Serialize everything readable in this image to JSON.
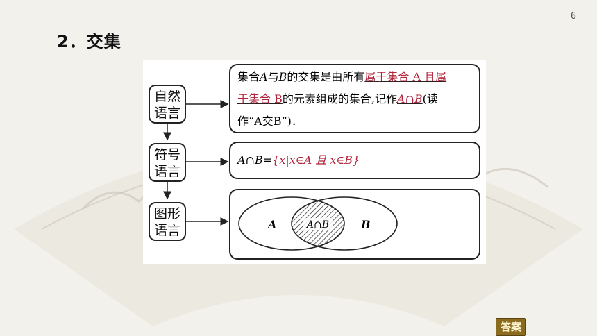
{
  "page_number": "6",
  "heading": "2．交集",
  "labels": {
    "natural_1": "自然",
    "natural_2": "语言",
    "symbol_1": "符号",
    "symbol_2": "语言",
    "graph_1": "图形",
    "graph_2": "语言"
  },
  "natural_text": {
    "l1_a": "集合",
    "l1_A": "A",
    "l1_b": "与",
    "l1_B": "B",
    "l1_c": "的交集是由所有",
    "l1_red": "属于集合 A 且属",
    "l2_red": "于集合 B",
    "l2_c": "的元素组成的集合,记作",
    "l2_sym": "A∩B",
    "l2_d": "(读",
    "l3": "作“A交B”)．"
  },
  "symbol_text": {
    "lhs": "A∩B=",
    "rhs": "{x|x∈A 且 x∈B}"
  },
  "venn": {
    "left": "A",
    "middle": "A∩B",
    "right": "B"
  },
  "answer_button": "答案"
}
